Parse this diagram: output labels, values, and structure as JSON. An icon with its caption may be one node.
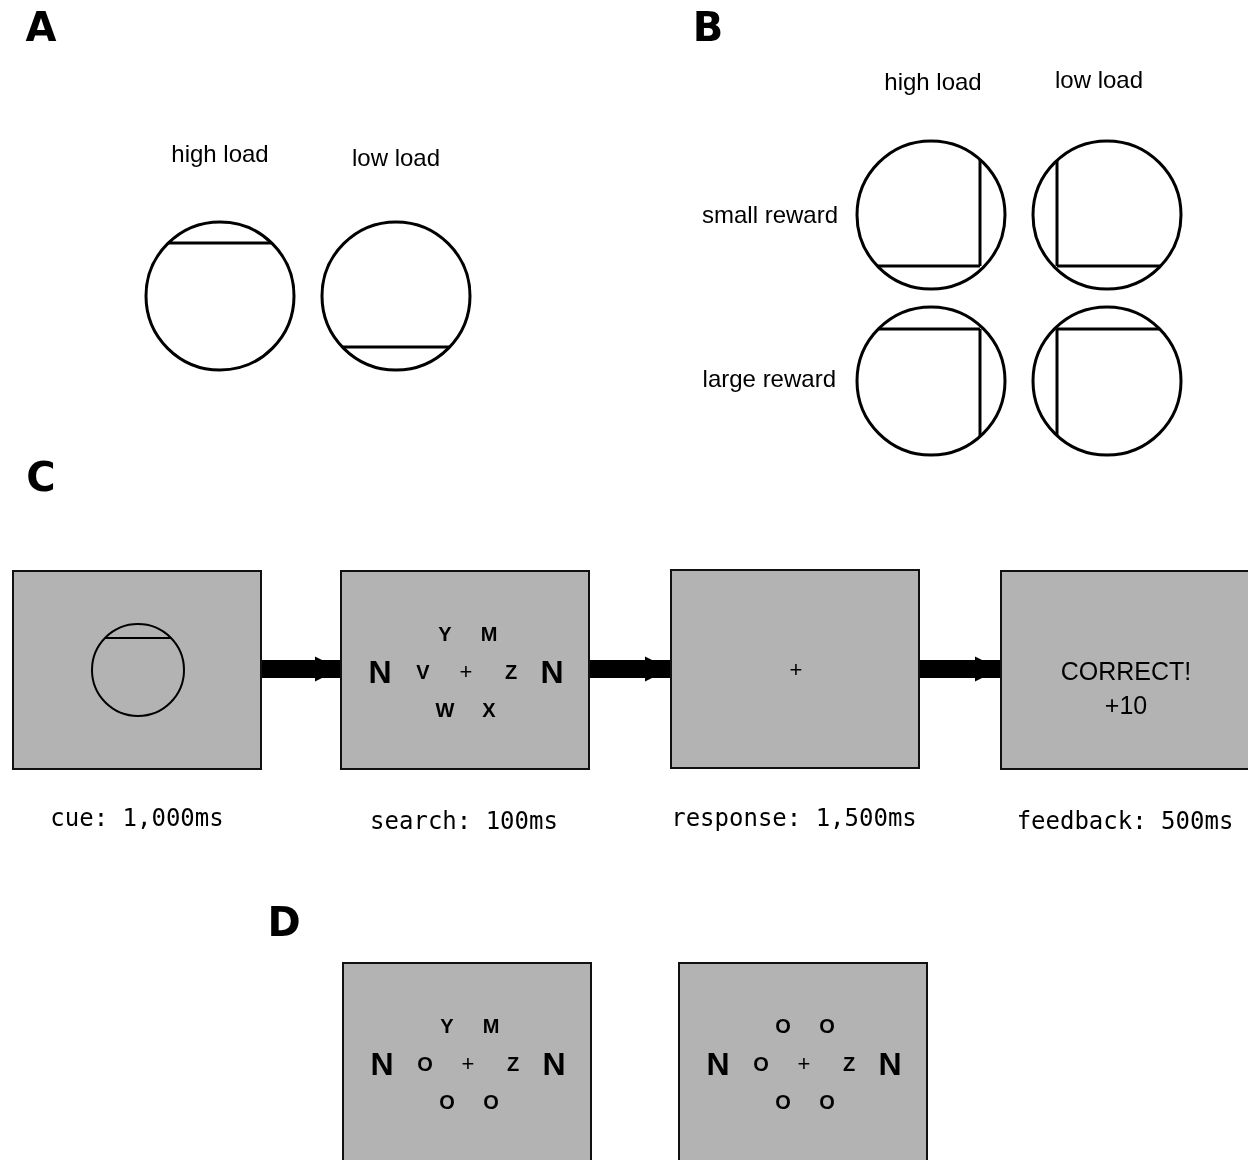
{
  "diagram": {
    "nodes": [
      {
        "text": [],
        "shape": "box",
        "beside": [
          "cue: 1,000ms"
        ]
      },
      {
        "text": [
          "Y",
          "M",
          "N",
          "V",
          "+",
          "Z",
          "N",
          "W",
          "X"
        ],
        "beside": [
          "search: 100ms"
        ]
      },
      {
        "text": [
          "+"
        ],
        "beside": [
          "response: 1,500ms"
        ]
      },
      {
        "text": [
          "CORRECT!",
          "+10"
        ],
        "beside": [
          "feedback: 500ms"
        ]
      },
      {
        "text": [
          "Y",
          "M",
          "N",
          "O",
          "+",
          "Z",
          "N",
          "O",
          "O"
        ]
      },
      {
        "text": [
          "O",
          "O",
          "N",
          "O",
          "+",
          "Z",
          "N",
          "O",
          "O"
        ]
      }
    ],
    "edges": [
      {
        "from": 0,
        "to": 1,
        "arrow": "to"
      },
      {
        "from": 1,
        "to": 2,
        "arrow": "to"
      },
      {
        "from": 2,
        "to": 3,
        "arrow": "to"
      }
    ],
    "labels": [
      "A",
      "B",
      "high load",
      "low load",
      "high load",
      "low load",
      "small reward",
      "large reward",
      "C",
      "D"
    ]
  }
}
